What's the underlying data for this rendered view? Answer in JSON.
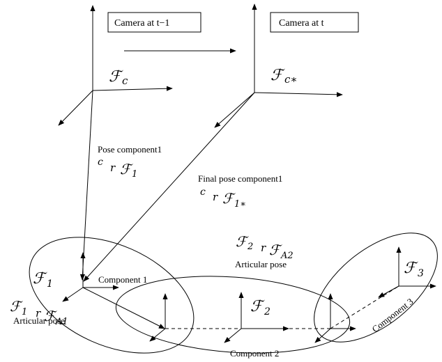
{
  "labels": {
    "camera_prev": "Camera at t−1",
    "camera_now": "Camera at t",
    "frame_c": "ℱ",
    "frame_c_sub": "c",
    "frame_cstar": "ℱ",
    "frame_cstar_sub": "c∗",
    "pose_component1": "Pose component1",
    "pose_c": "c",
    "pose_r": "r",
    "pose_F": "ℱ",
    "pose_F_sub": "1",
    "final_pose": "Final pose component1",
    "final_c": "c",
    "final_r": "r",
    "final_F": "ℱ",
    "final_F_sub": "1∗",
    "f2_F": "ℱ",
    "f2_F_sub": "2",
    "f2_r": "r",
    "f2_FA": "ℱ",
    "f2_FA_sub": "A2",
    "articular_pose_2": "Articular pose",
    "frame_1": "ℱ",
    "frame_1_sub": "1",
    "component_1": "Component 1",
    "frame_2": "ℱ",
    "frame_2_sub": "2",
    "frame_3": "ℱ",
    "frame_3_sub": "3",
    "f1_F": "ℱ",
    "f1_F_sub": "1",
    "f1_r": "r",
    "f1_FA": "ℱ",
    "f1_FA_sub": "A1",
    "articular_pose_1": "Articular pose",
    "component_2": "Component 2",
    "component_3": "Component 3"
  }
}
